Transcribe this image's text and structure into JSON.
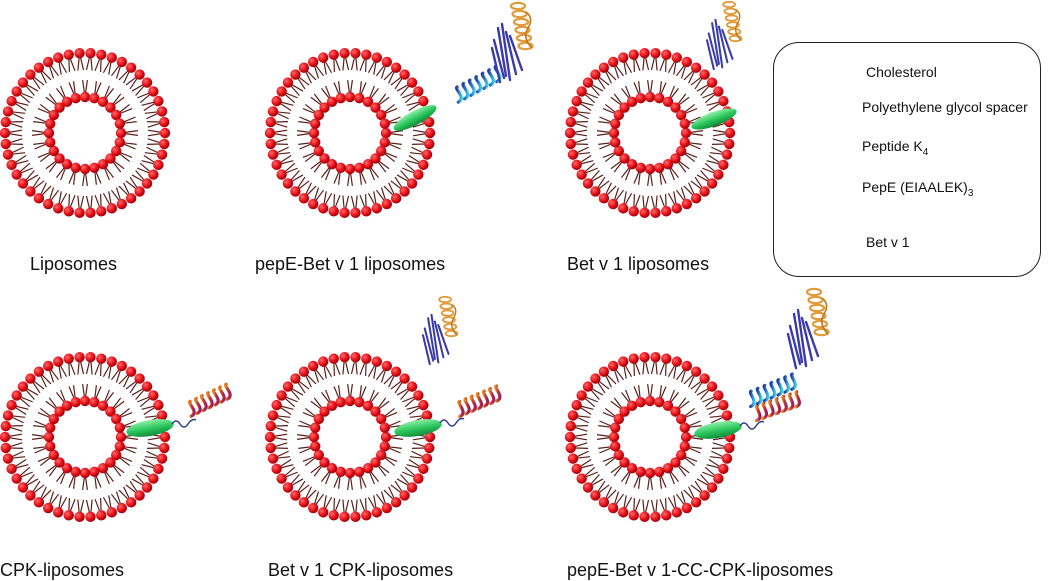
{
  "figure": {
    "panels": [
      {
        "id": "p1",
        "caption": "Liposomes"
      },
      {
        "id": "p2",
        "caption": "pepE-Bet v 1 liposomes"
      },
      {
        "id": "p3",
        "caption": "Bet v 1 liposomes"
      },
      {
        "id": "p4",
        "caption": "CPK-liposomes"
      },
      {
        "id": "p5",
        "caption": "Bet v 1 CPK-liposomes"
      },
      {
        "id": "p6",
        "caption": "pepE-Bet v 1-CC-CPK-liposomes"
      }
    ],
    "legend": {
      "items": [
        {
          "icon": "cholesterol-icon",
          "label": "Cholesterol"
        },
        {
          "icon": "peg-spacer-icon",
          "label": "Polyethylene glycol spacer"
        },
        {
          "icon": "peptide-k4-icon",
          "label": "Peptide K",
          "sub": "4"
        },
        {
          "icon": "pepe-icon",
          "label": "PepE (EIAALEK)",
          "sub": "3"
        },
        {
          "icon": "bet-v1-icon",
          "label": "Bet v 1"
        }
      ]
    },
    "colors": {
      "lipid_head": "#e8121a",
      "lipid_tail": "#5a1f1a",
      "cholesterol": "#2ecc5f",
      "peptide_k4": "#c0392b",
      "pepe": "#1f5fbf",
      "bet_v1_helix": "#e09a3a",
      "bet_v1_sheet": "#3a3aaa"
    }
  }
}
